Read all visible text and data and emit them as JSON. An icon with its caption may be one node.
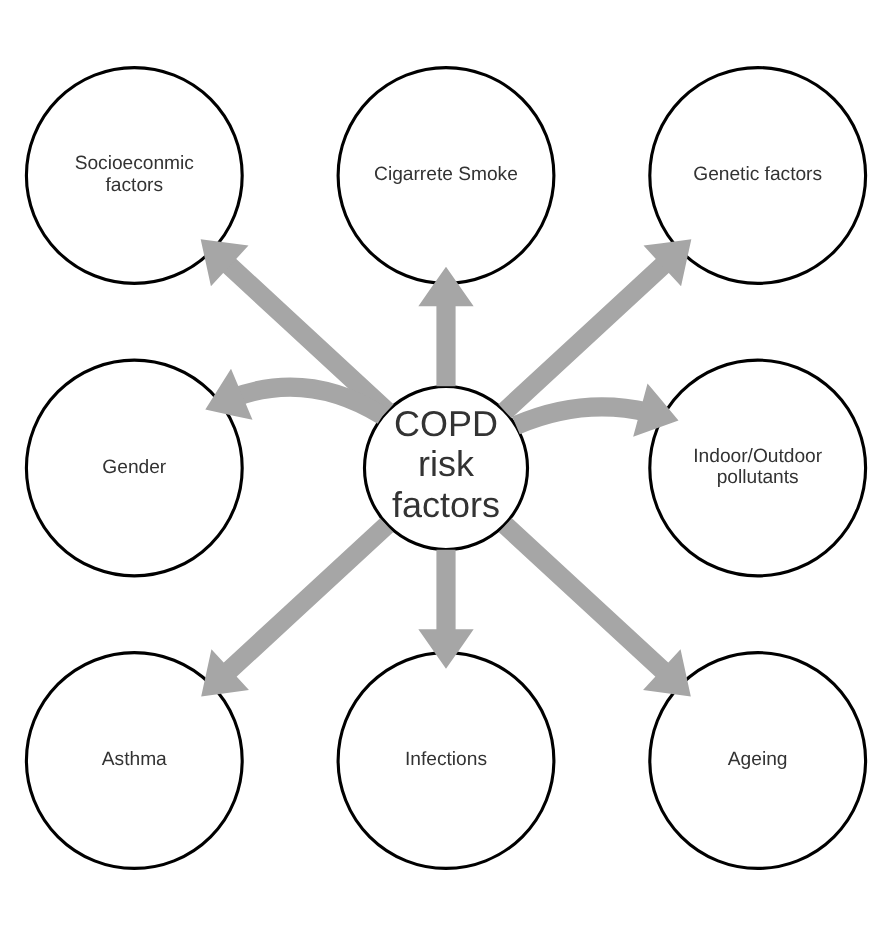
{
  "diagram": {
    "nodes": [
      {
        "text": [
          "COPD risk factors"
        ]
      },
      {
        "text": [
          "Cigarrete Smoke"
        ]
      },
      {
        "text": [
          "Genetic factors"
        ]
      },
      {
        "text": [
          "Indoor/Outdoor pollutants"
        ]
      },
      {
        "text": [
          "Ageing"
        ]
      },
      {
        "text": [
          "Infections"
        ]
      },
      {
        "text": [
          "Asthma"
        ]
      },
      {
        "text": [
          "Gender"
        ]
      },
      {
        "text": [
          "Socioeconmic factors"
        ]
      }
    ],
    "edges": [
      {
        "from": 0,
        "to": 1,
        "arrow": "to"
      },
      {
        "from": 0,
        "to": 2,
        "arrow": "to"
      },
      {
        "from": 0,
        "to": 3,
        "arrow": "to"
      },
      {
        "from": 0,
        "to": 4,
        "arrow": "to"
      },
      {
        "from": 0,
        "to": 5,
        "arrow": "to"
      },
      {
        "from": 0,
        "to": 6,
        "arrow": "to"
      },
      {
        "from": 0,
        "to": 7,
        "arrow": "to"
      },
      {
        "from": 0,
        "to": 8,
        "arrow": "to"
      }
    ]
  }
}
